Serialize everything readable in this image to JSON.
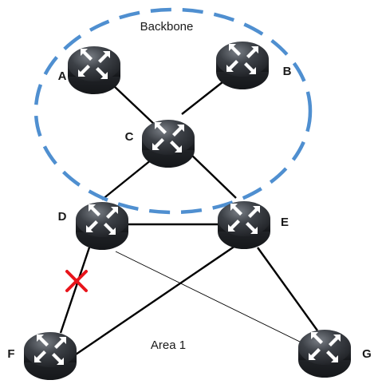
{
  "areas": {
    "backbone": "Backbone",
    "area1": "Area 1"
  },
  "routers": [
    {
      "id": "A",
      "label": "A"
    },
    {
      "id": "B",
      "label": "B"
    },
    {
      "id": "C",
      "label": "C"
    },
    {
      "id": "D",
      "label": "D"
    },
    {
      "id": "E",
      "label": "E"
    },
    {
      "id": "F",
      "label": "F"
    },
    {
      "id": "G",
      "label": "G"
    }
  ],
  "links": [
    {
      "from": "A",
      "to": "C",
      "style": "thick"
    },
    {
      "from": "B",
      "to": "C",
      "style": "thick"
    },
    {
      "from": "C",
      "to": "D",
      "style": "thick"
    },
    {
      "from": "C",
      "to": "E",
      "style": "thick"
    },
    {
      "from": "D",
      "to": "E",
      "style": "thick"
    },
    {
      "from": "D",
      "to": "F",
      "style": "thick",
      "failed": true
    },
    {
      "from": "D",
      "to": "G",
      "style": "thin"
    },
    {
      "from": "E",
      "to": "F",
      "style": "thick"
    },
    {
      "from": "E",
      "to": "G",
      "style": "thick"
    }
  ],
  "colors": {
    "backbone_boundary": "#4f8fd0",
    "router_body": "#33363b",
    "arrows": "#ffffff",
    "failure_mark": "#e8141b",
    "link": "#000000"
  },
  "icons": {
    "router": "router-icon",
    "failure": "link-failure-x-icon"
  }
}
